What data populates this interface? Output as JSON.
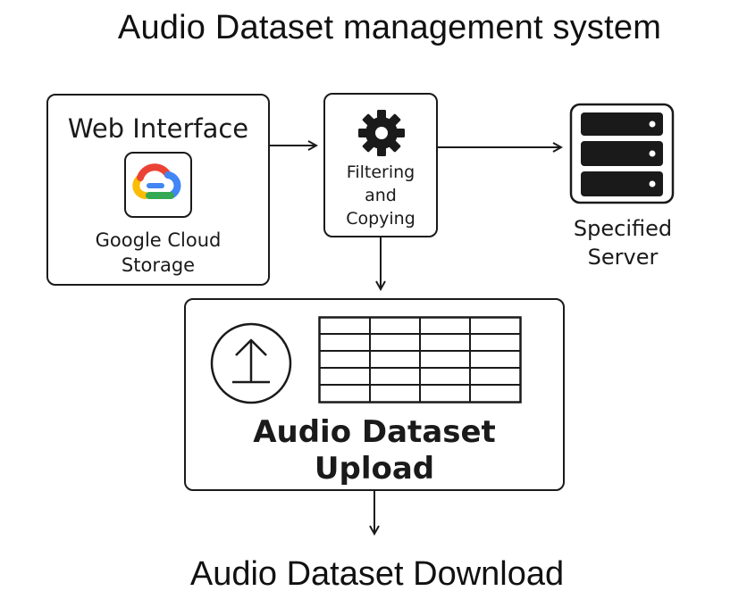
{
  "title": "Audio Dataset management system",
  "web_interface": {
    "heading": "Web Interface",
    "icon": "google-cloud-icon",
    "storage_label_line1": "Google Cloud",
    "storage_label_line2": "Storage"
  },
  "filtering": {
    "icon": "gear-icon",
    "label_line1": "Filtering",
    "label_line2": "and",
    "label_line3": "Copying"
  },
  "server": {
    "icon": "server-icon",
    "label_line1": "Specified",
    "label_line2": "Server"
  },
  "upload": {
    "icon": "upload-icon",
    "table_icon": "table-grid-icon",
    "label_line1": "Audio Dataset",
    "label_line2": "Upload"
  },
  "footer": "Audio Dataset Download",
  "colors": {
    "stroke": "#1a1a1a",
    "gcs_blue": "#4285F4",
    "gcs_red": "#EA4335",
    "gcs_yellow": "#FBBC05",
    "gcs_green": "#34A853"
  }
}
